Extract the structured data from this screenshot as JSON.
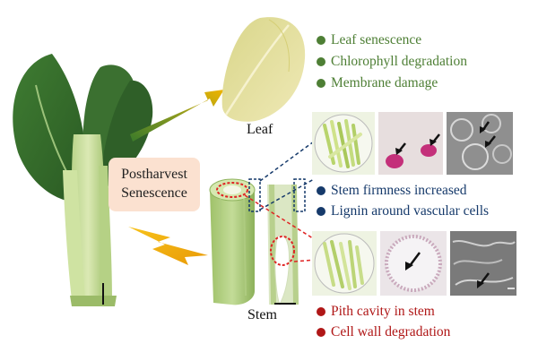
{
  "labels": {
    "leaf": "Leaf",
    "stem": "Stem",
    "postharvest_line1": "Postharvest",
    "postharvest_line2": "Senescence"
  },
  "leaf_effects": [
    "Leaf senescence",
    "Chlorophyll degradation",
    "Membrane damage"
  ],
  "stem_effects_blue": [
    "Stem firmness increased",
    "Lignin around vascular cells"
  ],
  "stem_effects_red": [
    "Pith cavity in stem",
    "Cell wall degradation"
  ],
  "colors": {
    "green_text": "#4e7f35",
    "blue_text": "#163a6b",
    "red_text": "#b01717",
    "box_fill": "#fbe1d0",
    "arrow_start": "#3a7a2a",
    "arrow_end": "#f0b400"
  }
}
